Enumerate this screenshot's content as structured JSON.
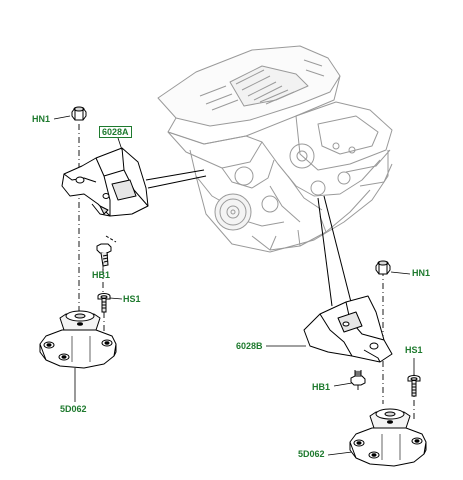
{
  "colors": {
    "label": "#1e7a2e",
    "line": "#000000",
    "part_fill": "#ffffff",
    "part_shade": "#d8d8d8",
    "engine_stroke": "#9a9a9a"
  },
  "labels": {
    "hn1_left": "HN1",
    "bracket_left": "6028A",
    "hb1_left": "HB1",
    "hs1_left": "HS1",
    "mount_left": "5D062",
    "hn1_right": "HN1",
    "bracket_right": "6028B",
    "hs1_right": "HS1",
    "hb1_right": "HB1",
    "mount_right": "5D062"
  },
  "highlighted_part": "6028A"
}
